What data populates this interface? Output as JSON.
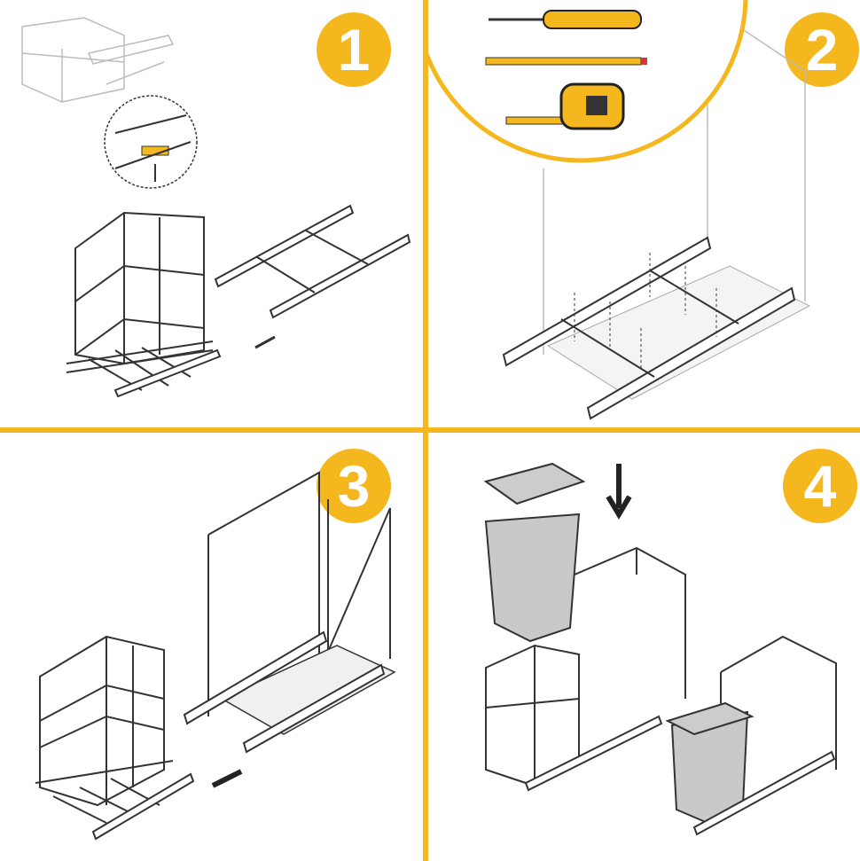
{
  "steps": [
    {
      "number": "1",
      "description_icon": "basket-and-rails"
    },
    {
      "number": "2",
      "description_icon": "mount-rails-in-cabinet"
    },
    {
      "number": "3",
      "description_icon": "slide-basket-onto-rails"
    },
    {
      "number": "4",
      "description_icon": "insert-bin-with-lid"
    }
  ],
  "tools": [
    "screwdriver-icon",
    "pencil-icon",
    "tape-measure-icon"
  ],
  "colors": {
    "accent": "#F4B71E",
    "line": "#333333",
    "bin": "#C9C9C9"
  }
}
